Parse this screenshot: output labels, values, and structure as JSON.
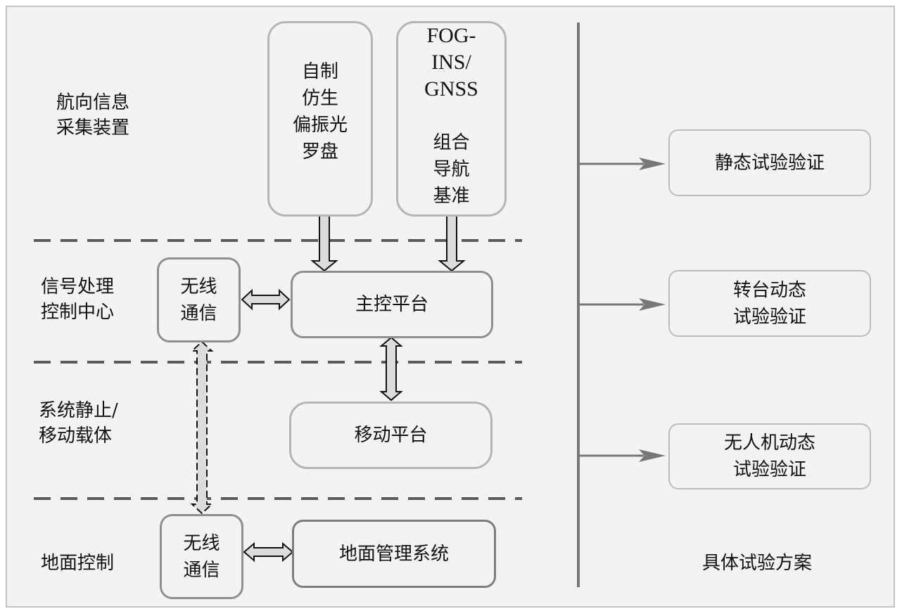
{
  "layers": [
    {
      "id": "acquisition",
      "label": "航向信息\n采集装置"
    },
    {
      "id": "processing",
      "label": "信号处理\n控制中心"
    },
    {
      "id": "carrier",
      "label": "系统静止/\n移动载体"
    },
    {
      "id": "ground",
      "label": "地面控制"
    }
  ],
  "nodes": {
    "polarized_compass": "自制\n仿生\n偏振光\n罗盘",
    "fog_ins_gnss": {
      "latin": "FOG-\nINS/\nGNSS",
      "cjk": "组合\n导航\n基准"
    },
    "wireless_top": "无线\n通信",
    "main_control": "主控平台",
    "mobile_platform": "移动平台",
    "wireless_bottom": "无线\n通信",
    "ground_management": "地面管理系统"
  },
  "tests": {
    "title": "具体试验方案",
    "items": [
      {
        "label": "静态试验验证"
      },
      {
        "label": "转台动态\n试验验证"
      },
      {
        "label": "无人机动态\n试验验证"
      }
    ]
  },
  "colors": {
    "background": "#f3f3f3",
    "arrow_fill": "#dcdcdc",
    "arrow_stroke": "#111111",
    "divider": "#5a5a5a",
    "timeline": "#777777"
  }
}
